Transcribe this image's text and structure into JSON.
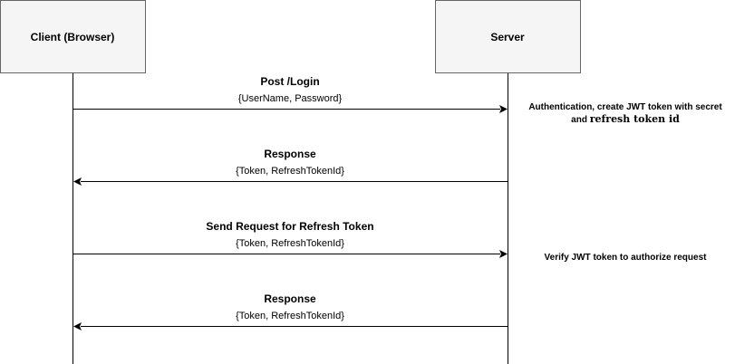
{
  "participants": {
    "client": {
      "label": "Client (Browser)"
    },
    "server": {
      "label": "Server"
    }
  },
  "messages": [
    {
      "title": "Post /Login",
      "payload": "{UserName, Password}"
    },
    {
      "title": "Response",
      "payload": "{Token, RefreshTokenId}"
    },
    {
      "title": "Send Request for Refresh Token",
      "payload": "{Token, RefreshTokenId}"
    },
    {
      "title": "Response",
      "payload": "{Token, RefreshTokenId}"
    }
  ],
  "notes": {
    "auth": {
      "line1": "Authentication, create JWT token with secret",
      "line2_prefix": "and ",
      "line2_emph": "refresh token id"
    },
    "verify": {
      "text": "Verify JWT token to authorize request"
    }
  },
  "colors": {
    "box_fill": "#f5f5f5",
    "box_stroke": "#666666",
    "line": "#000000"
  }
}
